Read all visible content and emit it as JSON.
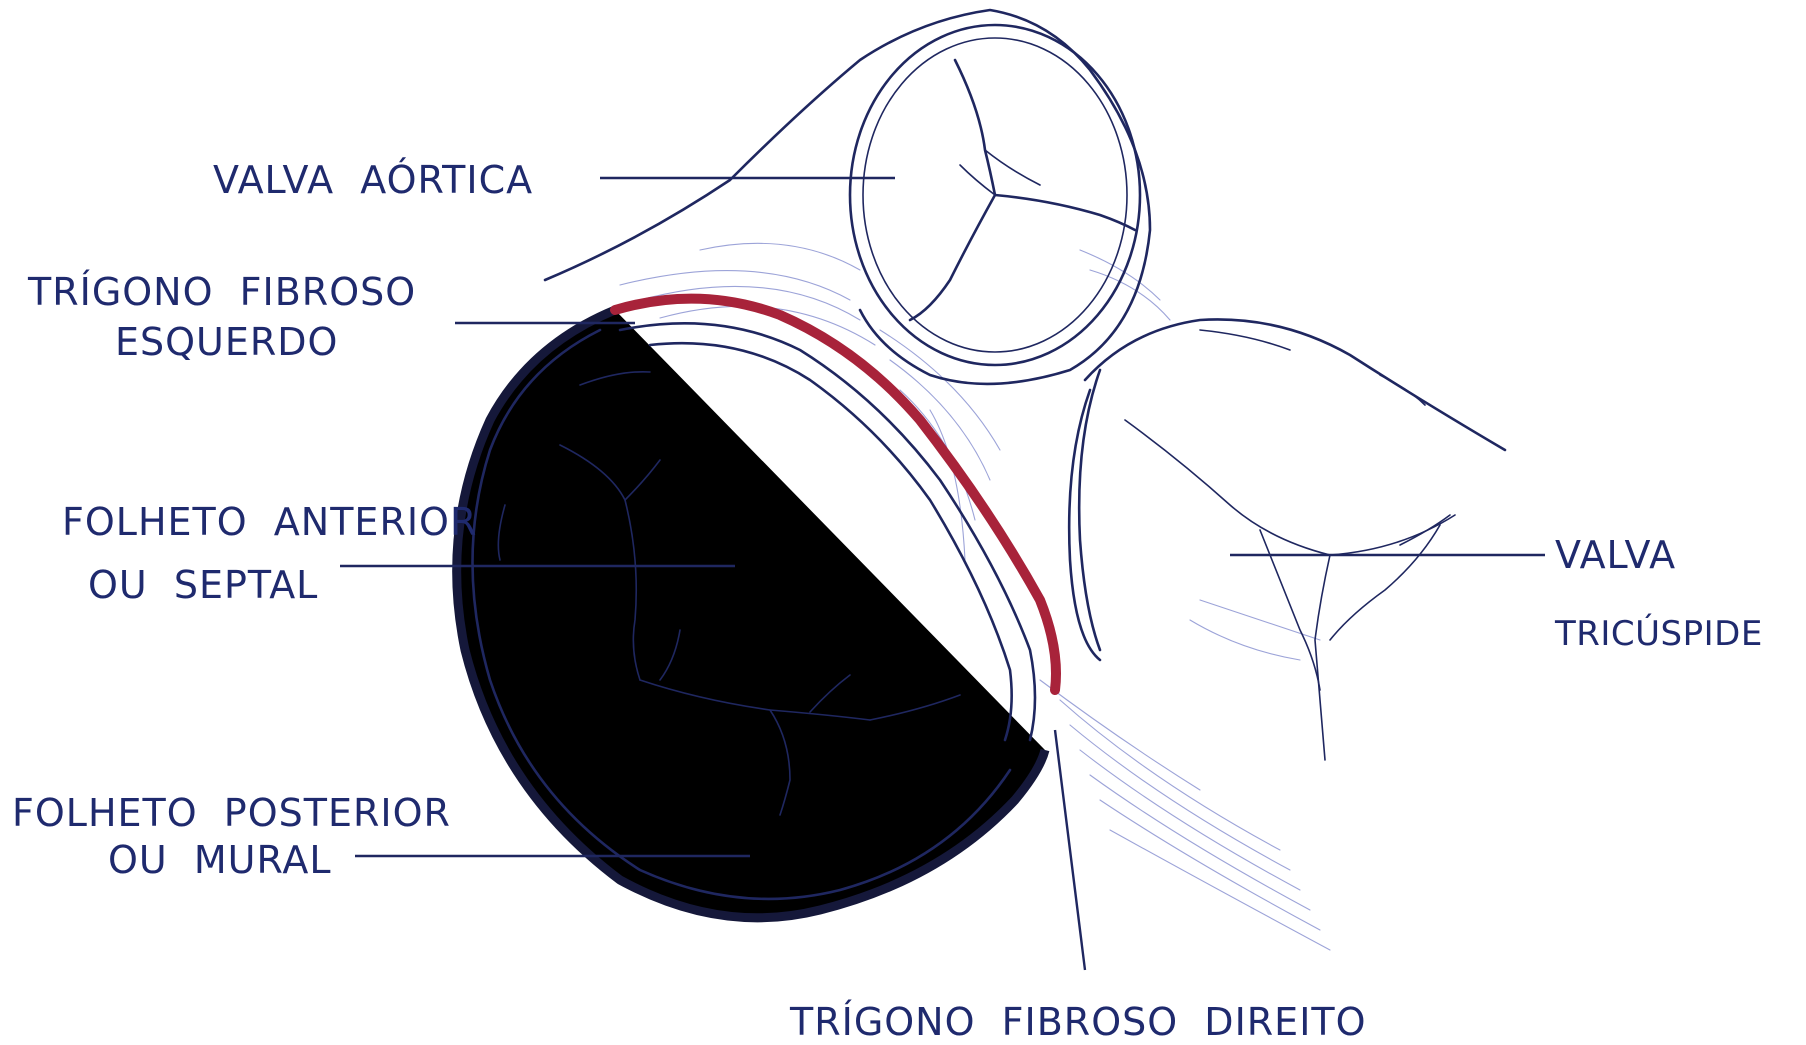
{
  "labels": {
    "valva_aortica": "VALVA  AÓRTICA",
    "trigono_esquerdo_l1": "TRÍGONO  FIBROSO",
    "trigono_esquerdo_l2": "ESQUERDO",
    "folheto_anterior_l1": "FOLHETO  ANTERIOR",
    "folheto_anterior_l2": "OU  SEPTAL",
    "folheto_posterior_l1": "FOLHETO  POSTERIOR",
    "folheto_posterior_l2": "OU  MURAL",
    "valva_tricuspide_l1": "VALVA",
    "valva_tricuspide_l2": "TRICÚSPIDE",
    "trigono_direito": "TRÍGONO  FIBROSO  DIREITO"
  },
  "colors": {
    "ink": "#1f2760",
    "label": "#1f2a6e",
    "fibrous_annulus": "#a8233a",
    "background": "#ffffff"
  }
}
